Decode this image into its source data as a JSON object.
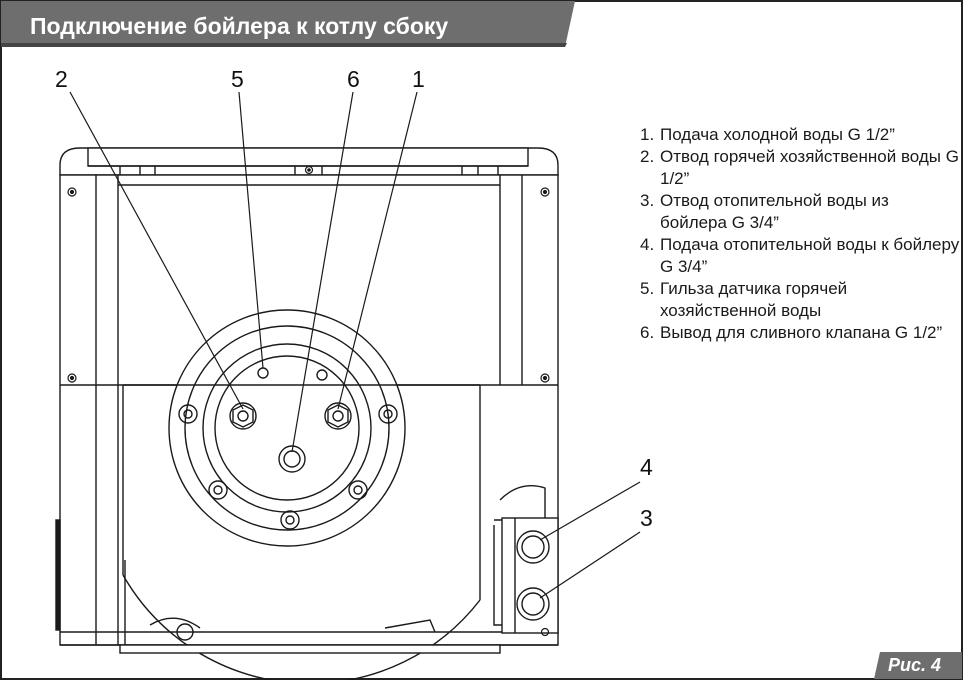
{
  "title": "Подключение бойлера к котлу сбоку",
  "legend": [
    {
      "num": "1.",
      "text": "Подача холодной воды G 1/2”"
    },
    {
      "num": "2.",
      "text": "Отвод горячей хозяйственной воды G 1/2”"
    },
    {
      "num": "3.",
      "text": "Отвод отопительной воды из бойлера G 3/4”"
    },
    {
      "num": "4.",
      "text": "Подача отопительной воды к бойлеру G 3/4”"
    },
    {
      "num": "5.",
      "text": "Гильза датчика горячей хозяйственной воды"
    },
    {
      "num": "6.",
      "text": "Вывод для сливного клапана G 1/2”"
    }
  ],
  "callouts": {
    "c1": "1",
    "c2": "2",
    "c3": "3",
    "c4": "4",
    "c5": "5",
    "c6": "6"
  },
  "figure_label": "Рис. 4",
  "colors": {
    "header_bg": "#6e6e6e",
    "frame": "#222222",
    "line": "#1a1a1a"
  }
}
